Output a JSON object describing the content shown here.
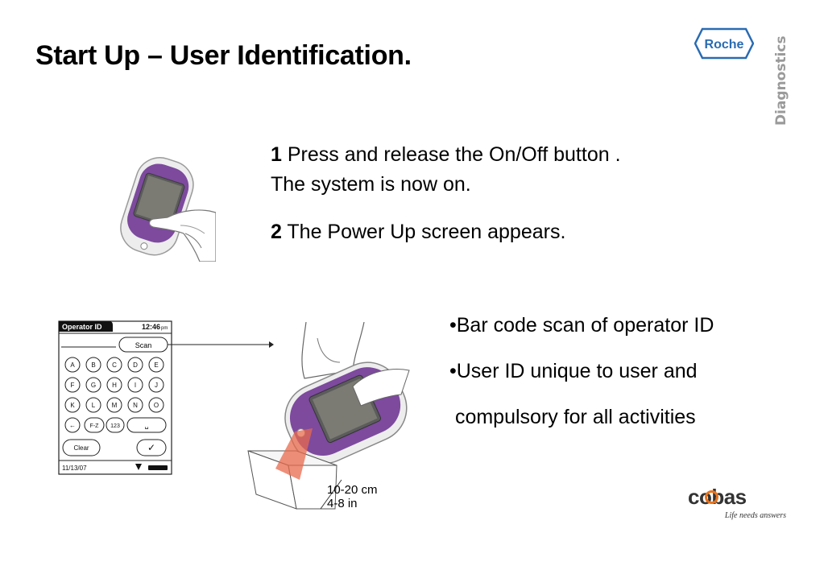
{
  "title": "Start Up – User Identification.",
  "brand": {
    "roche_logo_text": "Roche",
    "diagnostics_text": "Diagnostics",
    "cobas_logo_text": "cobas",
    "cobas_tagline": "Life needs answers",
    "roche_blue": "#2a6bb2",
    "cobas_orange": "#e8731c",
    "device_purple": "#7d4a9e"
  },
  "steps": [
    {
      "number": "1",
      "text": " Press and release the On/Off button . The system is now on."
    },
    {
      "number": "2",
      "text": " The Power Up screen appears."
    }
  ],
  "bullets": [
    "•Bar code scan of operator ID",
    "•User ID unique to user and",
    " compulsory for all activities"
  ],
  "device_screen": {
    "header_label": "Operator ID",
    "time": "12:46",
    "time_suffix": "pm",
    "scan_button": "Scan",
    "keys_row1": [
      "A",
      "B",
      "C",
      "D",
      "E"
    ],
    "keys_row2": [
      "F",
      "G",
      "H",
      "I",
      "J"
    ],
    "keys_row3": [
      "K",
      "L",
      "M",
      "N",
      "O"
    ],
    "backspace_key": "←",
    "fz_key": "F-Z",
    "num_key": "123",
    "space_key": "␣",
    "clear_button": "Clear",
    "ok_button": "✓",
    "date": "11/13/07"
  },
  "scan_distance": {
    "metric": "10-20 cm",
    "imperial": "4-8 in"
  }
}
